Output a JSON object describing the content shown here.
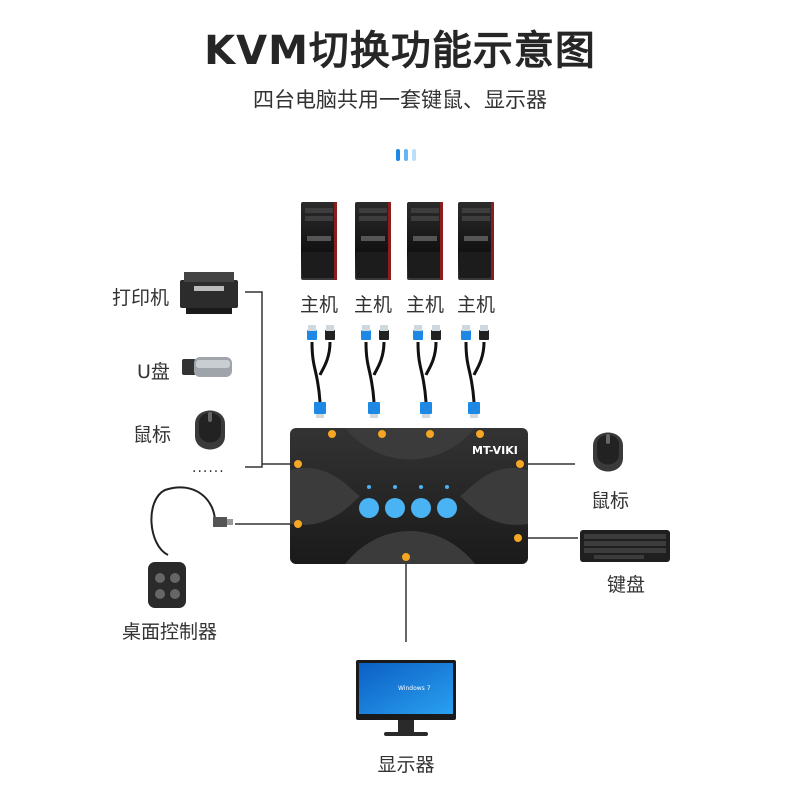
{
  "title": "KVM切换功能示意图",
  "subtitle": "四台电脑共用一套键鼠、显示器",
  "accent_colors": {
    "button_blue": "#4ab3f4",
    "port_orange": "#f5a623",
    "connector_blue": "#1e88e5"
  },
  "computers": [
    {
      "label": "主机",
      "icon": "pc-tower-icon"
    },
    {
      "label": "主机",
      "icon": "pc-tower-icon"
    },
    {
      "label": "主机",
      "icon": "pc-tower-icon"
    },
    {
      "label": "主机",
      "icon": "pc-tower-icon"
    }
  ],
  "left_devices": [
    {
      "label": "打印机",
      "icon": "printer-icon"
    },
    {
      "label": "U盘",
      "icon": "usb-drive-icon"
    },
    {
      "label": "鼠标",
      "icon": "mouse-icon"
    },
    {
      "label": "......",
      "icon": "ellipsis"
    }
  ],
  "desk_controller": {
    "label": "桌面控制器",
    "icon": "desk-controller-icon"
  },
  "kvm": {
    "brand": "MT-VIKI"
  },
  "right_devices": [
    {
      "label": "鼠标",
      "icon": "mouse-icon"
    },
    {
      "label": "键盘",
      "icon": "keyboard-icon"
    }
  ],
  "monitor": {
    "label": "显示器",
    "icon": "monitor-icon",
    "screen_text": "Windows 7"
  }
}
